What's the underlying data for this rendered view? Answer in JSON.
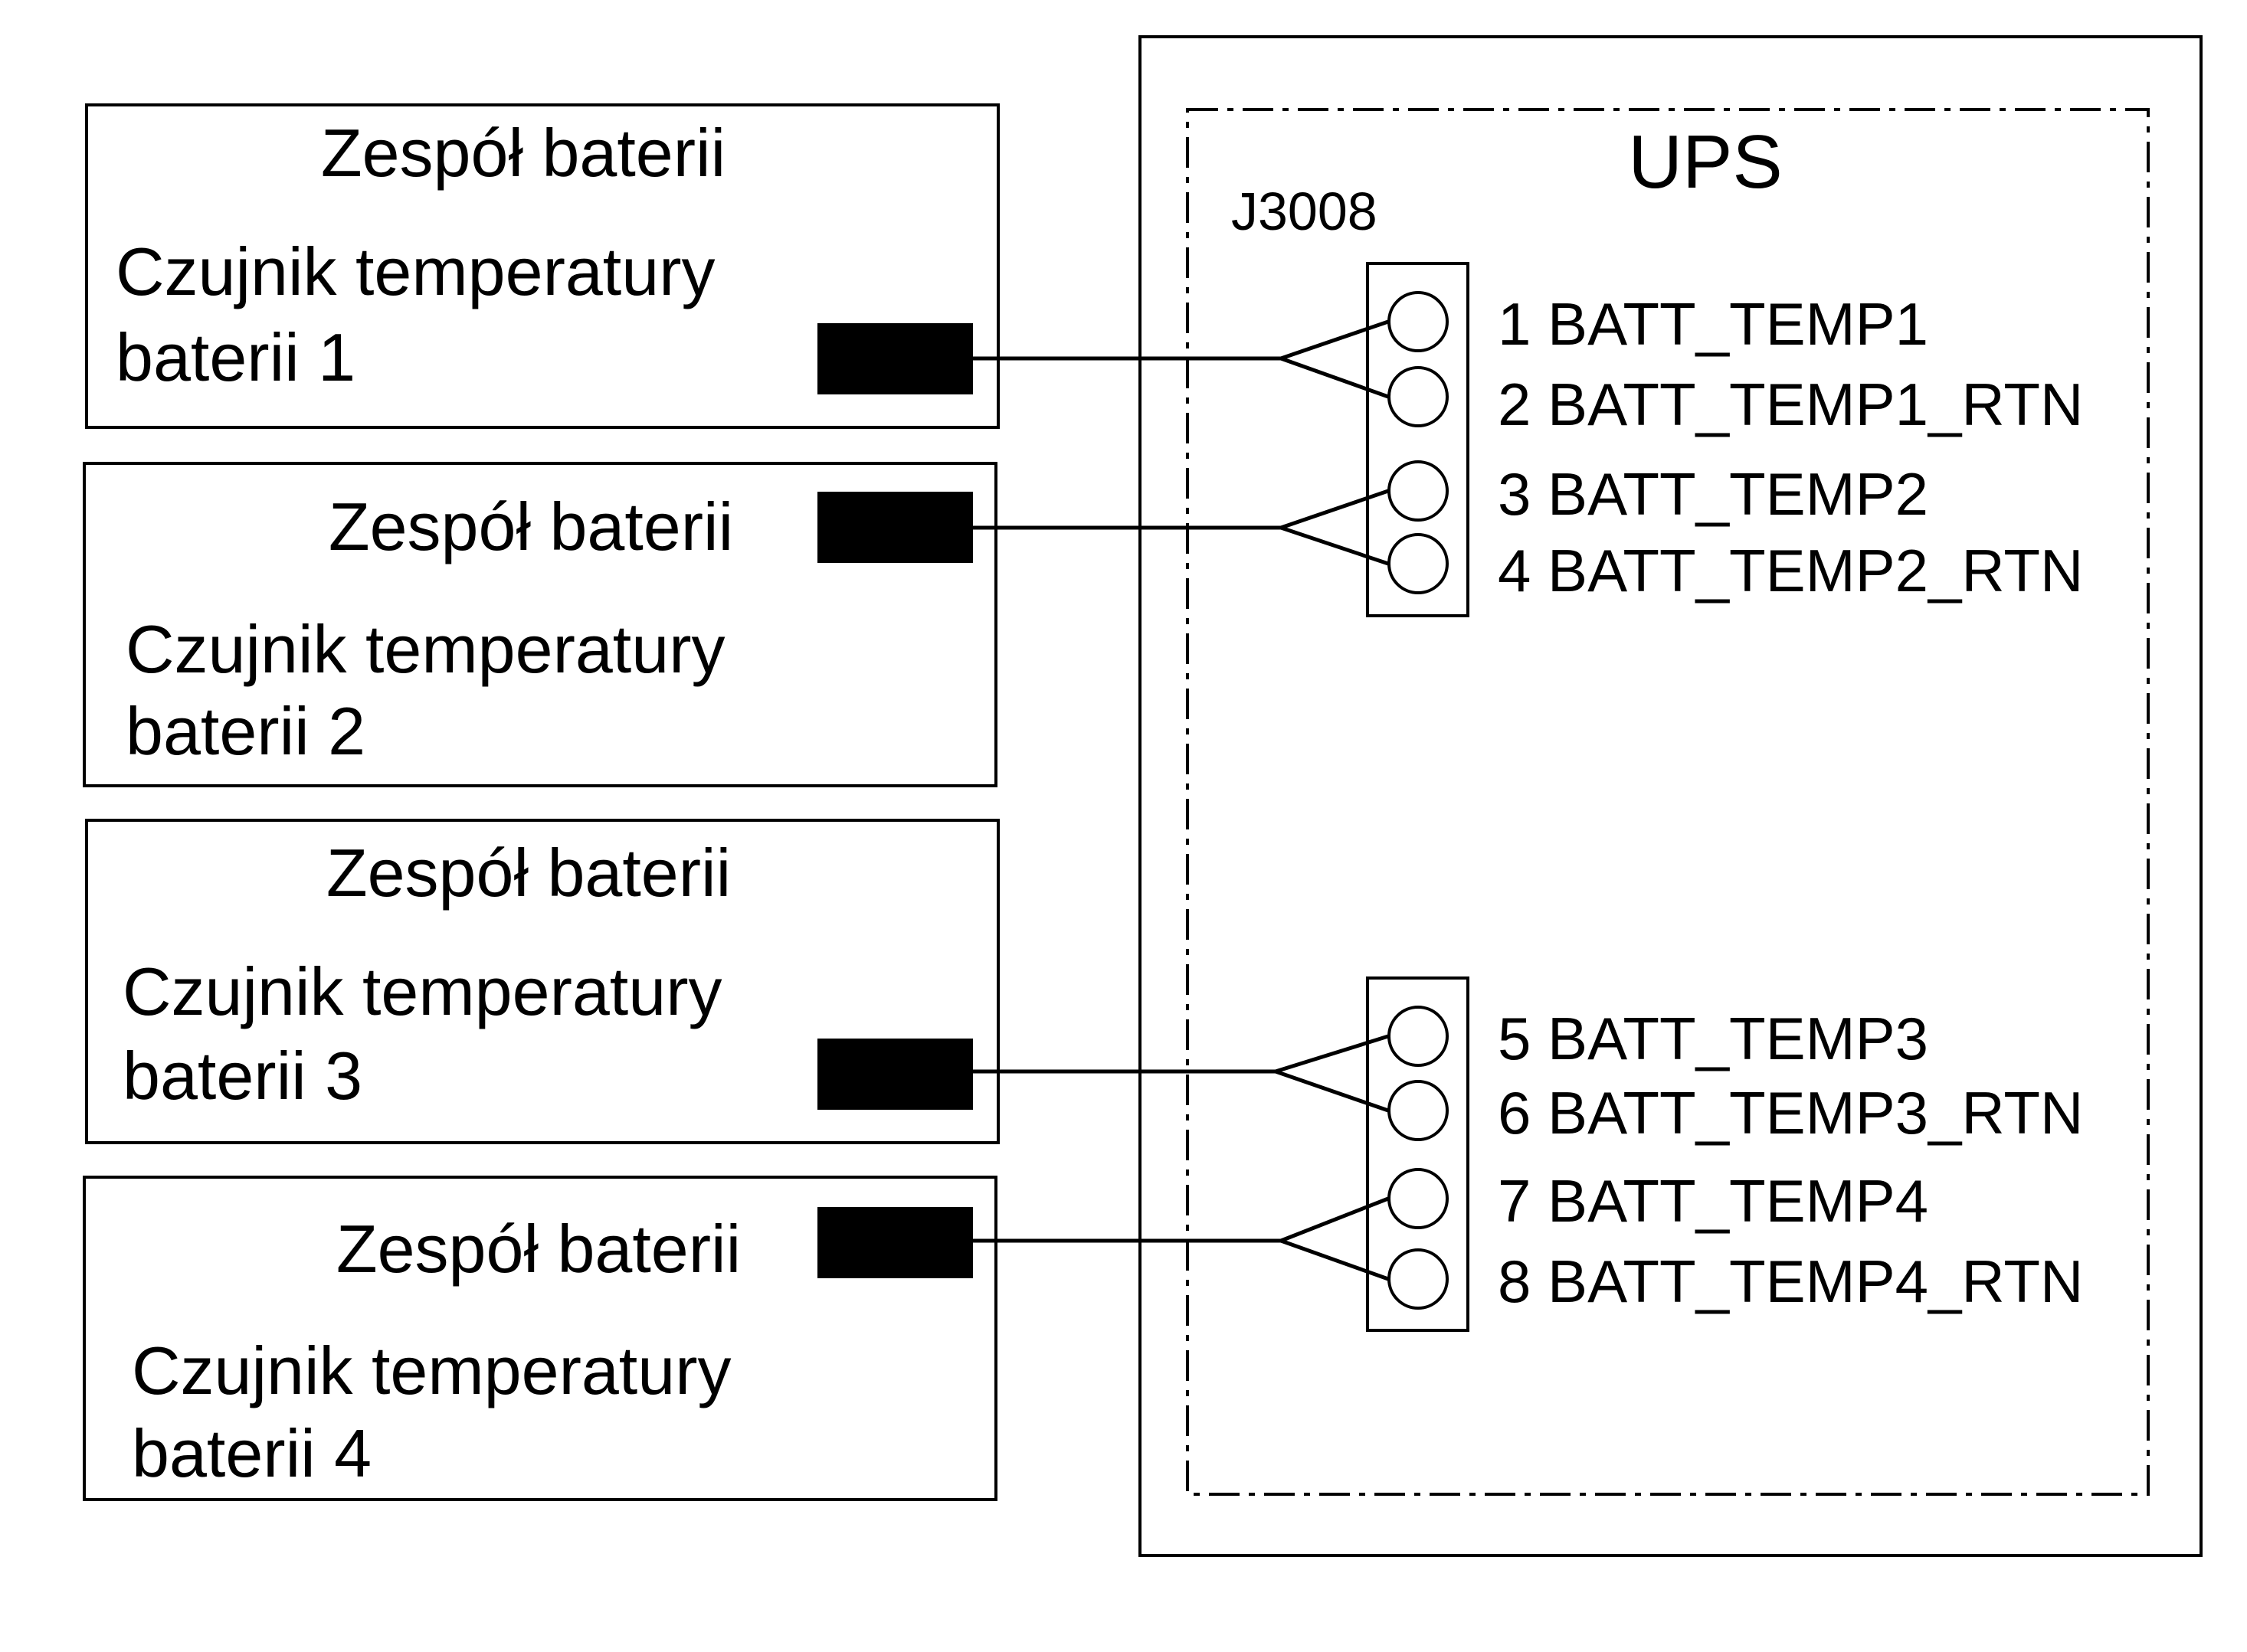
{
  "ups": {
    "title": "UPS",
    "connector_label": "J3008"
  },
  "battery_packs": [
    {
      "title": "Zespół baterii",
      "sensor_line1": "Czujnik temperatury",
      "sensor_line2": "baterii 1"
    },
    {
      "title": "Zespół baterii",
      "sensor_line1": "Czujnik temperatury",
      "sensor_line2": "baterii 2"
    },
    {
      "title": "Zespół baterii",
      "sensor_line1": "Czujnik temperatury",
      "sensor_line2": "baterii 3"
    },
    {
      "title": "Zespół baterii",
      "sensor_line1": "Czujnik temperatury",
      "sensor_line2": "baterii 4"
    }
  ],
  "pins": [
    "1 BATT_TEMP1",
    "2 BATT_TEMP1_RTN",
    "3 BATT_TEMP2",
    "4 BATT_TEMP2_RTN",
    "5 BATT_TEMP3",
    "6 BATT_TEMP3_RTN",
    "7 BATT_TEMP4",
    "8 BATT_TEMP4_RTN"
  ]
}
